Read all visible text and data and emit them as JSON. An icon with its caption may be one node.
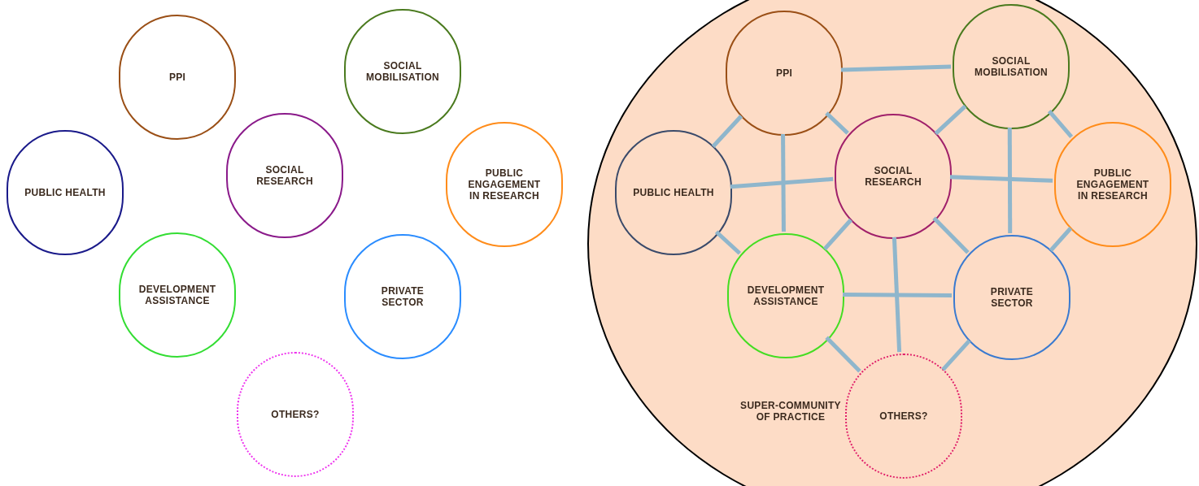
{
  "diagram": {
    "nodes": [
      {
        "text": [
          "PPI"
        ]
      },
      {
        "text": [
          "SOCIAL MOBILISATION"
        ]
      },
      {
        "text": [
          "PUBLIC HEALTH"
        ]
      },
      {
        "text": [
          "SOCIAL RESEARCH"
        ]
      },
      {
        "text": [
          "PUBLIC ENGAGEMENT IN RESEARCH"
        ]
      },
      {
        "text": [
          "DEVELOPMENT ASSISTANCE"
        ]
      },
      {
        "text": [
          "PRIVATE SECTOR"
        ]
      },
      {
        "text": [
          "OTHERS?"
        ]
      },
      {
        "text": [
          "SUPER-COMMUNITY OF PRACTICE"
        ]
      },
      {
        "text": [
          "PPI"
        ],
        "in": 8
      },
      {
        "text": [
          "SOCIAL MOBILISATION"
        ],
        "in": 8
      },
      {
        "text": [
          "PUBLIC HEALTH"
        ],
        "in": 8
      },
      {
        "text": [
          "SOCIAL RESEARCH"
        ],
        "in": 8
      },
      {
        "text": [
          "PUBLIC ENGAGEMENT IN RESEARCH"
        ],
        "in": 8
      },
      {
        "text": [
          "DEVELOPMENT ASSISTANCE"
        ],
        "in": 8
      },
      {
        "text": [
          "PRIVATE SECTOR"
        ],
        "in": 8
      },
      {
        "text": [
          "OTHERS?"
        ],
        "in": 8
      }
    ],
    "edges": [
      {
        "from": 9,
        "to": 10,
        "arrow": "none"
      },
      {
        "from": 9,
        "to": 12,
        "arrow": "none"
      },
      {
        "from": 9,
        "to": 11,
        "arrow": "none"
      },
      {
        "from": 9,
        "to": 14,
        "arrow": "none"
      },
      {
        "from": 11,
        "to": 12,
        "arrow": "none"
      },
      {
        "from": 11,
        "to": 14,
        "arrow": "none"
      },
      {
        "from": 10,
        "to": 12,
        "arrow": "none"
      },
      {
        "from": 10,
        "to": 13,
        "arrow": "none"
      },
      {
        "from": 10,
        "to": 15,
        "arrow": "none"
      },
      {
        "from": 12,
        "to": 13,
        "arrow": "none"
      },
      {
        "from": 12,
        "to": 14,
        "arrow": "none"
      },
      {
        "from": 12,
        "to": 15,
        "arrow": "none"
      },
      {
        "from": 12,
        "to": 16,
        "arrow": "none"
      },
      {
        "from": 13,
        "to": 15,
        "arrow": "none"
      },
      {
        "from": 14,
        "to": 15,
        "arrow": "none"
      },
      {
        "from": 14,
        "to": 16,
        "arrow": "none"
      },
      {
        "from": 15,
        "to": 16,
        "arrow": "none"
      }
    ]
  }
}
